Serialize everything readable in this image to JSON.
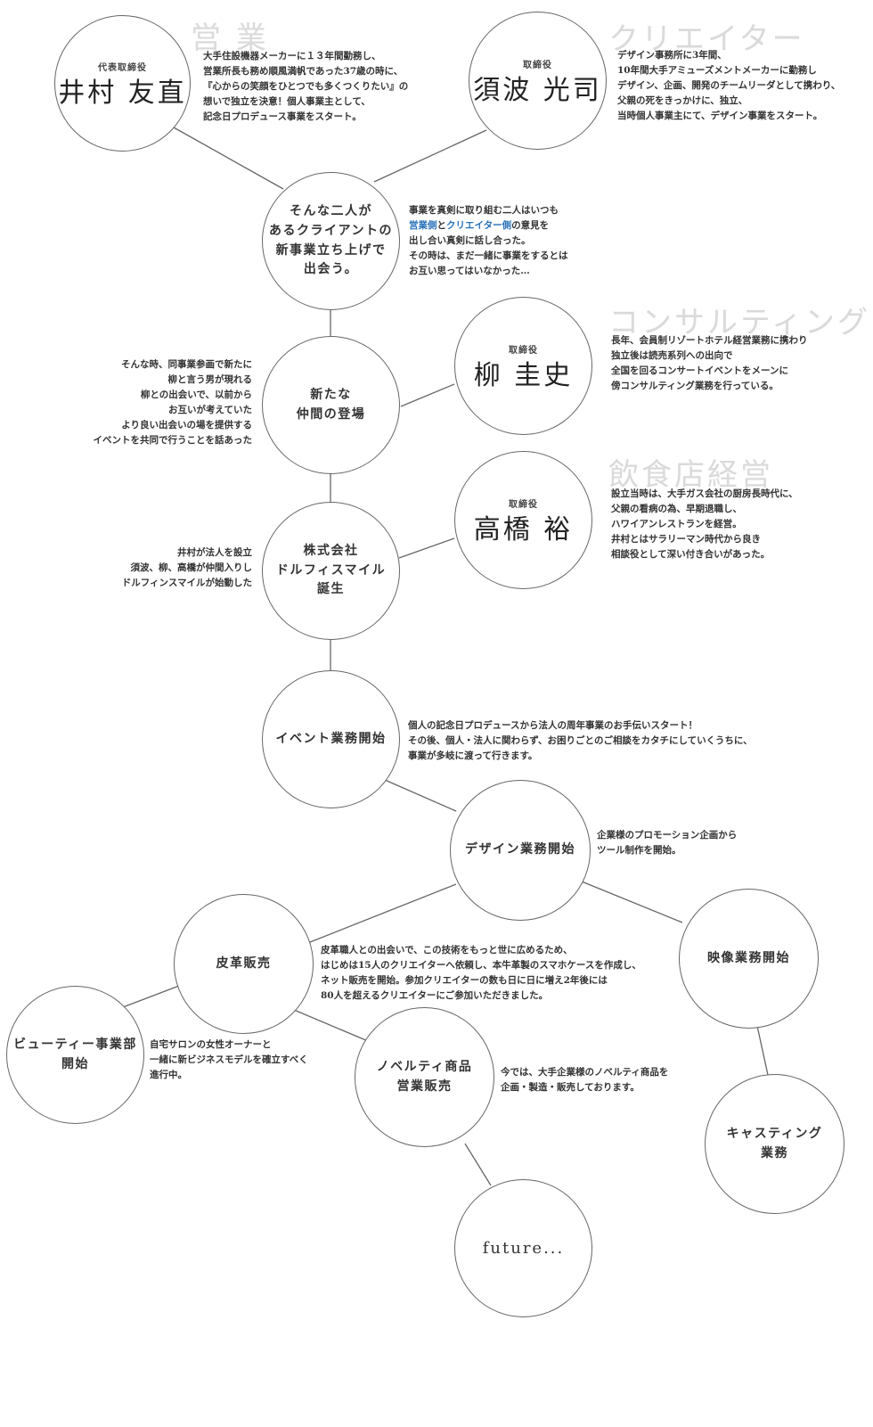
{
  "people": {
    "imura": {
      "role": "代表取締役",
      "name": "井村 友直",
      "watermark": "営 業",
      "desc": "大手住設機器メーカーに１３年間勤務し、\n営業所長も務め順風満帆であった37歳の時に、\n『心からの笑顔をひとつでも多くつくりたい』の\n想いで独立を決意！個人事業主として、\n記念日プロデュース事業をスタート。"
    },
    "sunami": {
      "role": "取締役",
      "name": "須波 光司",
      "watermark": "クリエイター",
      "desc": "デザイン事務所に3年間、\n10年間大手アミューズメントメーカーに勤務し\nデザイン、企画、開発のチームリーダとして携わり、\n父親の死をきっかけに、独立、\n当時個人事業主にて、デザイン事業をスタート。"
    },
    "yanagi": {
      "role": "取締役",
      "name": "柳 圭史",
      "watermark": "コンサルティング",
      "desc": "長年、会員制リゾートホテル経営業務に携わり\n独立後は読売系列への出向で\n全国を回るコンサートイベントをメーンに\n傍コンサルティング業務を行っている。"
    },
    "takahashi": {
      "role": "取締役",
      "name": "高橋 裕",
      "watermark": "飲食店経営",
      "desc": "設立当時は、大手ガス会社の厨房長時代に、\n父親の看病の為、早期退職し、\nハワイアンレストランを経営。\n井村とはサラリーマン時代から良き\n相談役として深い付き合いがあった。"
    }
  },
  "milestones": {
    "meet": {
      "label": "そんな二人が\nあるクライアントの\n新事業立ち上げで\n出会う。",
      "desc_line1": "事業を真剣に取り組む二人はいつも",
      "desc_sales": "営業側",
      "desc_and": "と",
      "desc_creator": "クリエイター側",
      "desc_after": "の意見を",
      "desc_rest": "出し合い真剣に話し合った。\nその時は、まだ一緒に事業をするとは\nお互い思ってはいなかった…"
    },
    "newmember": {
      "label": "新たな\n仲間の登場",
      "desc": "そんな時、同事業参画で新たに\n柳と言う男が現れる\n柳との出会いで、以前から\nお互いが考えていた\nより良い出会いの場を提供する\nイベントを共同で行うことを話あった"
    },
    "founded": {
      "label": "株式会社\nドルフィスマイル\n誕生",
      "desc": "井村が法人を設立\n須波、柳、高橋が仲間入りし\nドルフィンスマイルが始動した"
    },
    "event": {
      "label": "イベント業務開始",
      "desc": "個人の記念日プロデュースから法人の周年事業のお手伝いスタート！\nその後、個人・法人に関わらず、お困りごとのご相談をカタチにしていくうちに、\n事業が多岐に渡って行きます。"
    },
    "design": {
      "label": "デザイン業務開始",
      "desc": "企業様のプロモーション企画から\nツール制作を開始。"
    },
    "leather": {
      "label": "皮革販売",
      "desc": "皮革職人との出会いで、この技術をもっと世に広めるため、\nはじめは15人のクリエイターへ依頼し、本牛革製のスマホケースを作成し、\nネット販売を開始。参加クリエイターの数も日に日に増え2年後には\n80人を超えるクリエイターにご参加いただきました。"
    },
    "video": {
      "label": "映像業務開始"
    },
    "beauty": {
      "label": "ビューティー事業部\n開始",
      "desc": "自宅サロンの女性オーナーと\n一緒に新ビジネスモデルを確立すべく\n進行中。"
    },
    "novelty": {
      "label": "ノベルティ商品\n営業販売",
      "desc": "今では、大手企業様のノベルティ商品を\n企画・製造・販売しております。"
    },
    "casting": {
      "label": "キャスティング\n業務"
    },
    "future": {
      "label": "future..."
    }
  },
  "colors": {
    "line": "#666666",
    "highlight": "#2a72b8",
    "watermark": "#dadada"
  }
}
